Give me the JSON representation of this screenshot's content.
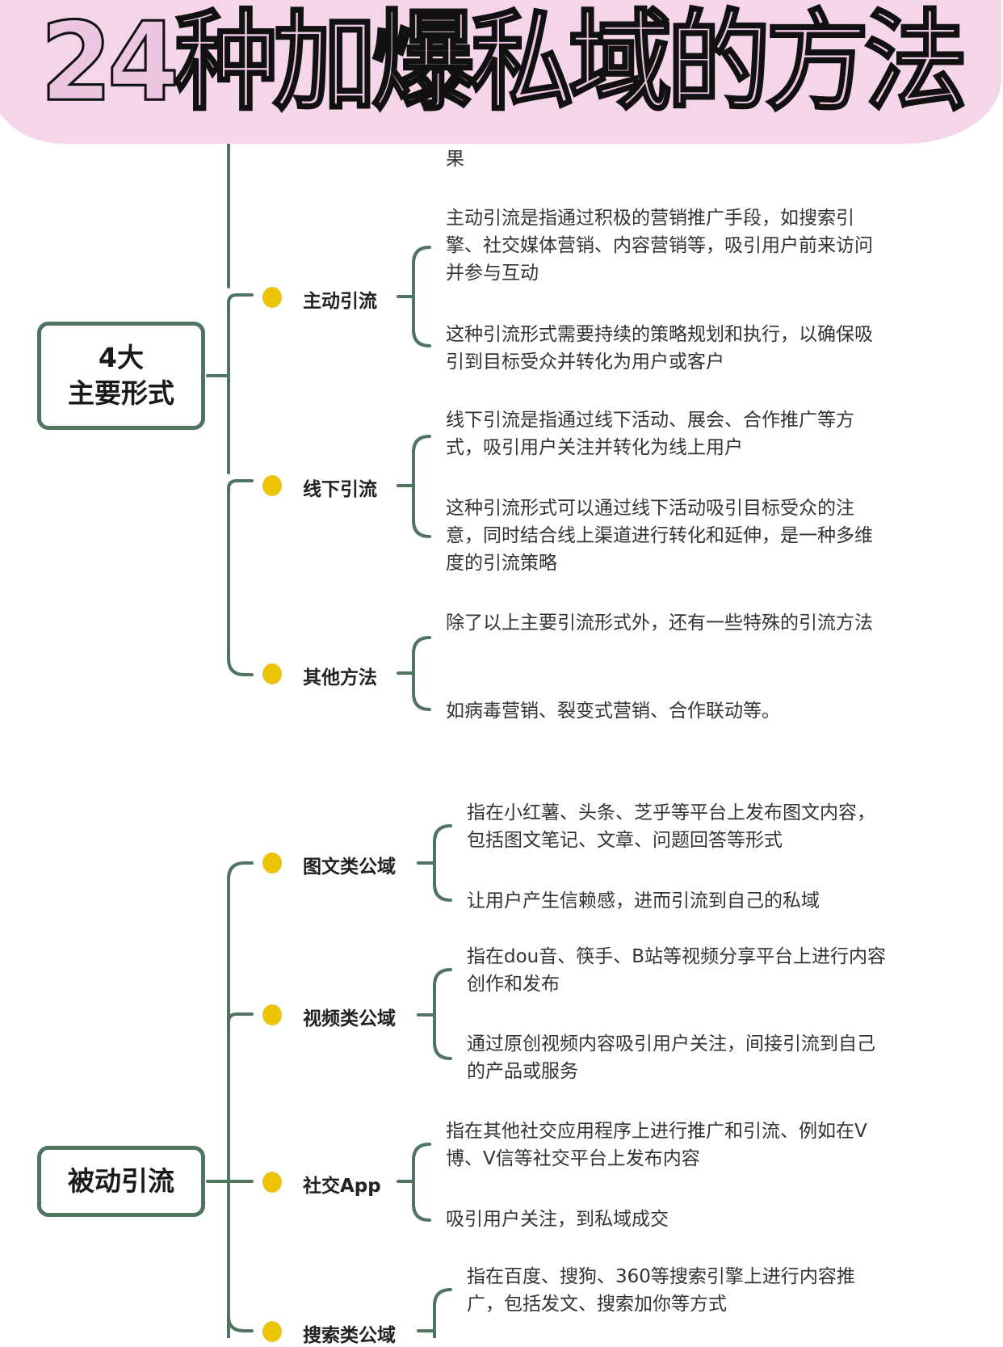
{
  "title": "24种加爆私域的方法",
  "colors": {
    "banner": "#f5d5ea",
    "title_fill": "#ecc5e0",
    "line": "#4f745f",
    "dot": "#ecc300"
  },
  "tree1": {
    "cut_text_top": "果",
    "root": {
      "line1": "4大",
      "line2": "主要形式"
    },
    "branches": [
      {
        "label": "主动引流",
        "items": [
          "主动引流是指通过积极的营销推广手段，如搜索引擎、社交媒体营销、内容营销等，吸引用户前来访问并参与互动",
          "这种引流形式需要持续的策略规划和执行，以确保吸引到目标受众并转化为用户或客户"
        ]
      },
      {
        "label": "线下引流",
        "items": [
          "线下引流是指通过线下活动、展会、合作推广等方式，吸引用户关注并转化为线上用户",
          "这种引流形式可以通过线下活动吸引目标受众的注意，同时结合线上渠道进行转化和延伸，是一种多维度的引流策略"
        ]
      },
      {
        "label": "其他方法",
        "items": [
          "除了以上主要引流形式外，还有一些特殊的引流方法",
          "如病毒营销、裂变式营销、合作联动等。"
        ]
      }
    ]
  },
  "tree2": {
    "root": {
      "label": "被动引流"
    },
    "branches": [
      {
        "label": "图文类公域",
        "items": [
          "指在小红薯、头条、芝乎等平台上发布图文内容，包括图文笔记、文章、问题回答等形式",
          "让用户产生信赖感，进而引流到自己的私域"
        ]
      },
      {
        "label": "视频类公域",
        "items": [
          "指在dou音、筷手、B站等视频分享平台上进行内容创作和发布",
          "通过原创视频内容吸引用户关注，间接引流到自己的产品或服务"
        ]
      },
      {
        "label": "社交App",
        "items": [
          "指在其他社交应用程序上进行推广和引流、例如在V博、V信等社交平台上发布内容",
          "吸引用户关注，到私域成交"
        ]
      },
      {
        "label": "搜索类公域",
        "items": [
          "指在百度、搜狗、360等搜索引擎上进行内容推广，包括发文、搜索加你等方式"
        ]
      }
    ]
  }
}
